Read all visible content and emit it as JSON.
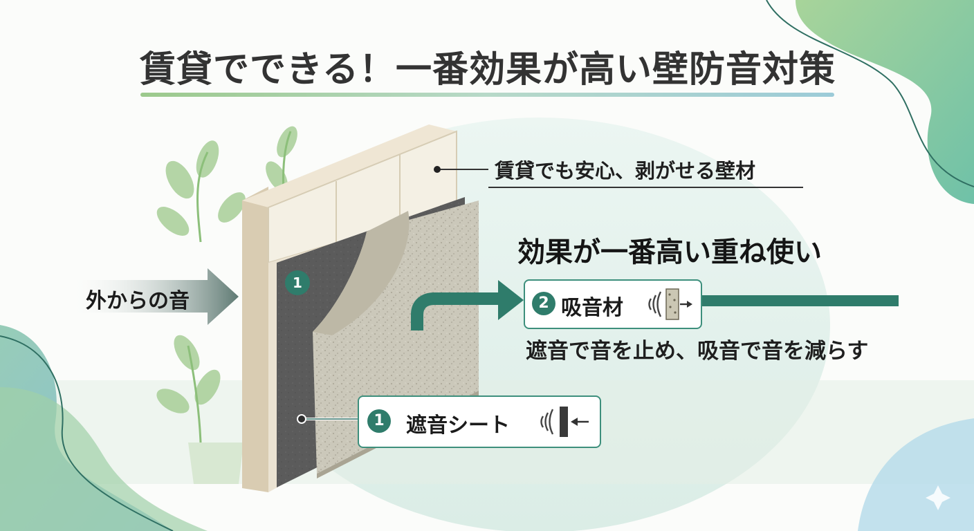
{
  "title": "賃貸でできる！一番効果が高い壁防音対策",
  "labels": {
    "removable_wallpaper": "賃貸でも安心、剥がせる壁材",
    "layering": "効果が一番高い重ね使い",
    "outside_sound": "外からの音",
    "caption": "遮音で音を止め、吸音で音を減らす"
  },
  "callouts": [
    {
      "number": "2",
      "text": "吸音材",
      "icon": "sound-absorb-icon"
    },
    {
      "number": "1",
      "text": "遮音シート",
      "icon": "sound-block-icon"
    }
  ],
  "panel_marker": "1",
  "colors": {
    "accent_teal": "#2f7c6b",
    "wall_board": "#e6ddc9",
    "sheet_dark": "#5a5a5a",
    "absorber": "#c9c6b8",
    "leaf_green": "#8cbf7a"
  }
}
